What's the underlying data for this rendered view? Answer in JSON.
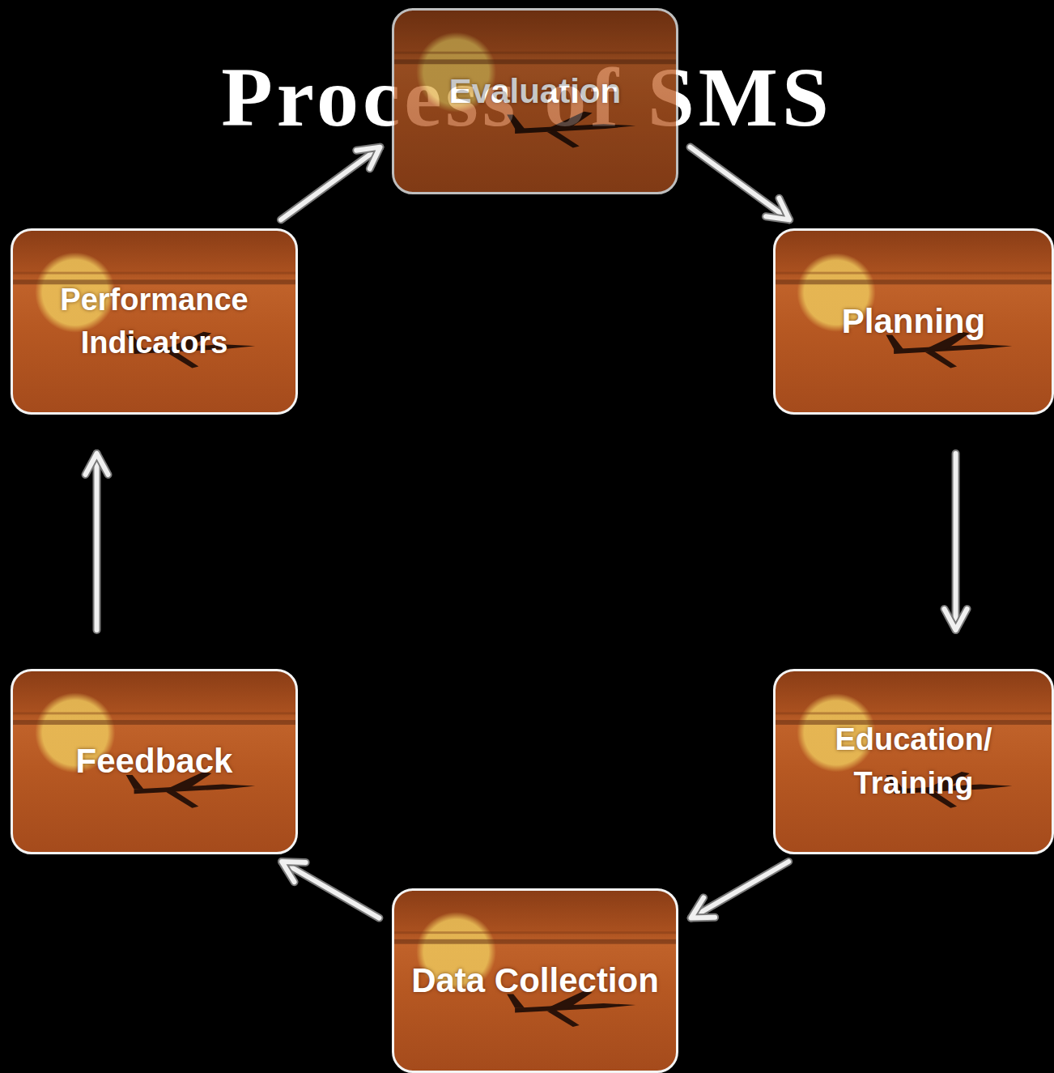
{
  "diagram": {
    "title": "Process of SMS",
    "nodes": [
      {
        "text": [
          "Evaluation"
        ]
      },
      {
        "text": [
          "Planning"
        ]
      },
      {
        "text": [
          "Education/ Training"
        ]
      },
      {
        "text": [
          "Data Collection"
        ]
      },
      {
        "text": [
          "Feedback"
        ]
      },
      {
        "text": [
          "Performance Indicators"
        ]
      }
    ],
    "edges": [
      {
        "from": 0,
        "to": 1,
        "arrow": "to"
      },
      {
        "from": 1,
        "to": 2,
        "arrow": "to"
      },
      {
        "from": 2,
        "to": 3,
        "arrow": "to"
      },
      {
        "from": 3,
        "to": 4,
        "arrow": "to"
      },
      {
        "from": 4,
        "to": 5,
        "arrow": "to"
      },
      {
        "from": 5,
        "to": 0,
        "arrow": "to"
      }
    ]
  }
}
